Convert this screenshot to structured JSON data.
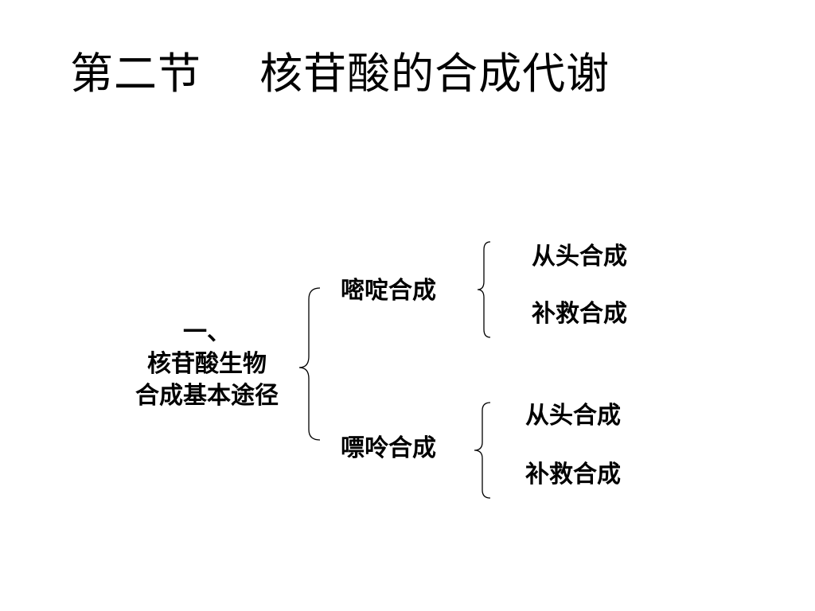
{
  "slide": {
    "title": "第二节　 核苷酸的合成代谢"
  },
  "diagram": {
    "root": {
      "line1": "一、",
      "line2": "核苷酸生物",
      "line3": "合成基本途径"
    },
    "branches": [
      {
        "label": "嘧啶合成",
        "children": [
          "从头合成",
          "补救合成"
        ]
      },
      {
        "label": "嘌呤合成",
        "children": [
          "从头合成",
          "补救合成"
        ]
      }
    ]
  },
  "colors": {
    "text": "#000000",
    "background": "#ffffff"
  }
}
